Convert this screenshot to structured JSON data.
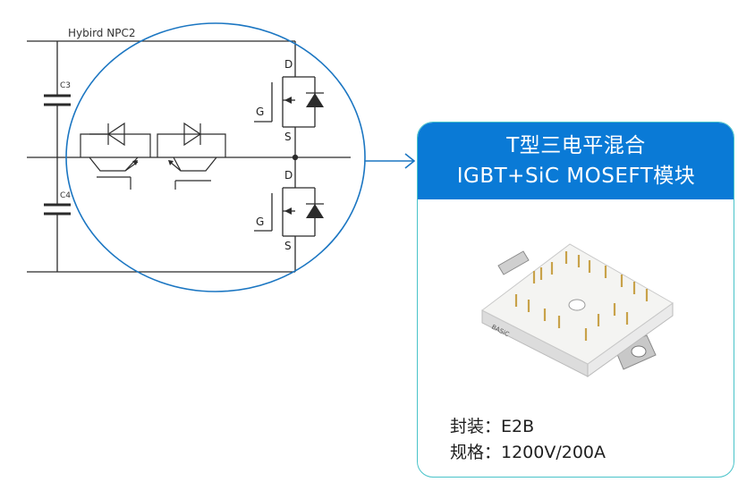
{
  "circuit": {
    "title": "Hybird  NPC2",
    "capacitors": [
      "C3",
      "C4"
    ],
    "top_switch": {
      "drain": "D",
      "gate": "G",
      "source": "S"
    },
    "bottom_switch": {
      "drain": "D",
      "gate": "G",
      "source": "S"
    }
  },
  "product": {
    "title_line1": "T型三电平混合",
    "title_line2": "IGBT+SiC MOSEFT模块",
    "package_label": "封装：E2B",
    "rating_label": "规格：1200V/200A",
    "module_marking": "BASiC"
  },
  "colors": {
    "accent": "#0a7ad6",
    "callout_circle": "#1b76c2",
    "card_border": "#48c3c9",
    "wire": "#2b2b2b"
  }
}
